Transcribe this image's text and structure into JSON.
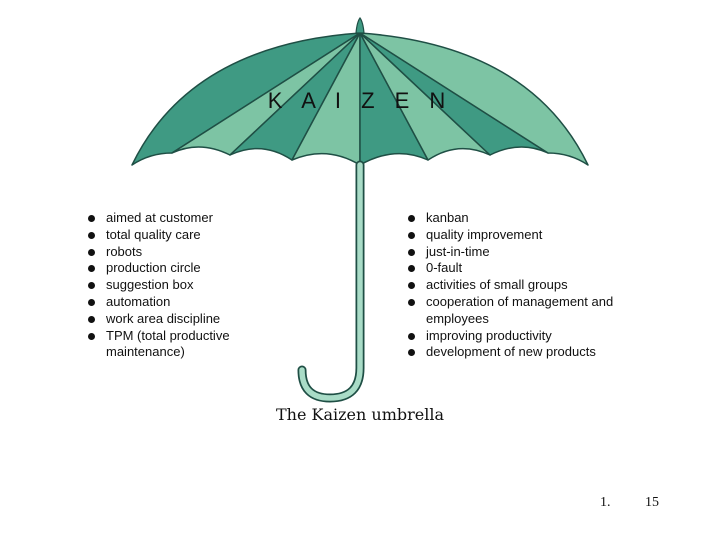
{
  "title": "K A I Z E N",
  "left_items": [
    "aimed at customer",
    "total quality care",
    "robots",
    "production circle",
    "suggestion box",
    "automation",
    "work area discipline",
    "TPM (total productive maintenance)"
  ],
  "right_items": [
    "kanban",
    "quality improvement",
    "just-in-time",
    "0-fault",
    "activities of small groups",
    "cooperation of management and employees",
    "improving productivity",
    "development of new products"
  ],
  "caption": "The Kaizen umbrella",
  "footer": {
    "number": "1.",
    "page": "15"
  },
  "colors": {
    "dark_panel": "#3f9a83",
    "light_panel": "#7dc4a4",
    "outline": "#1f4f45",
    "handle": "#a9dcc7"
  }
}
